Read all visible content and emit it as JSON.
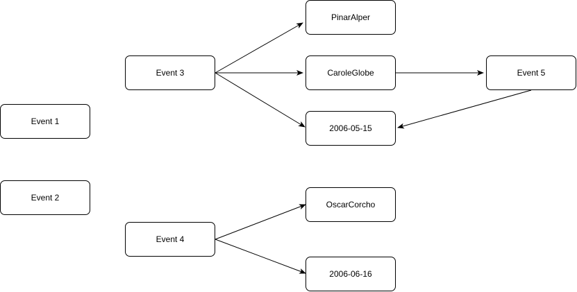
{
  "diagram": {
    "nodes": [
      {
        "id": "event1",
        "label": "Event 1"
      },
      {
        "id": "event2",
        "label": "Event 2"
      },
      {
        "id": "event3",
        "label": "Event 3"
      },
      {
        "id": "event4",
        "label": "Event 4"
      },
      {
        "id": "event5",
        "label": "Event 5"
      },
      {
        "id": "pinar",
        "label": "PinarAlper"
      },
      {
        "id": "carole",
        "label": "CaroleGlobe"
      },
      {
        "id": "date1",
        "label": "2006-05-15"
      },
      {
        "id": "oscar",
        "label": "OscarCorcho"
      },
      {
        "id": "date2",
        "label": "2006-06-16"
      }
    ],
    "edges": [
      {
        "from": "event3",
        "to": "pinar"
      },
      {
        "from": "event3",
        "to": "carole"
      },
      {
        "from": "event3",
        "to": "date1"
      },
      {
        "from": "carole",
        "to": "event5"
      },
      {
        "from": "event5",
        "to": "date1"
      },
      {
        "from": "event4",
        "to": "oscar"
      },
      {
        "from": "event4",
        "to": "date2"
      }
    ]
  }
}
